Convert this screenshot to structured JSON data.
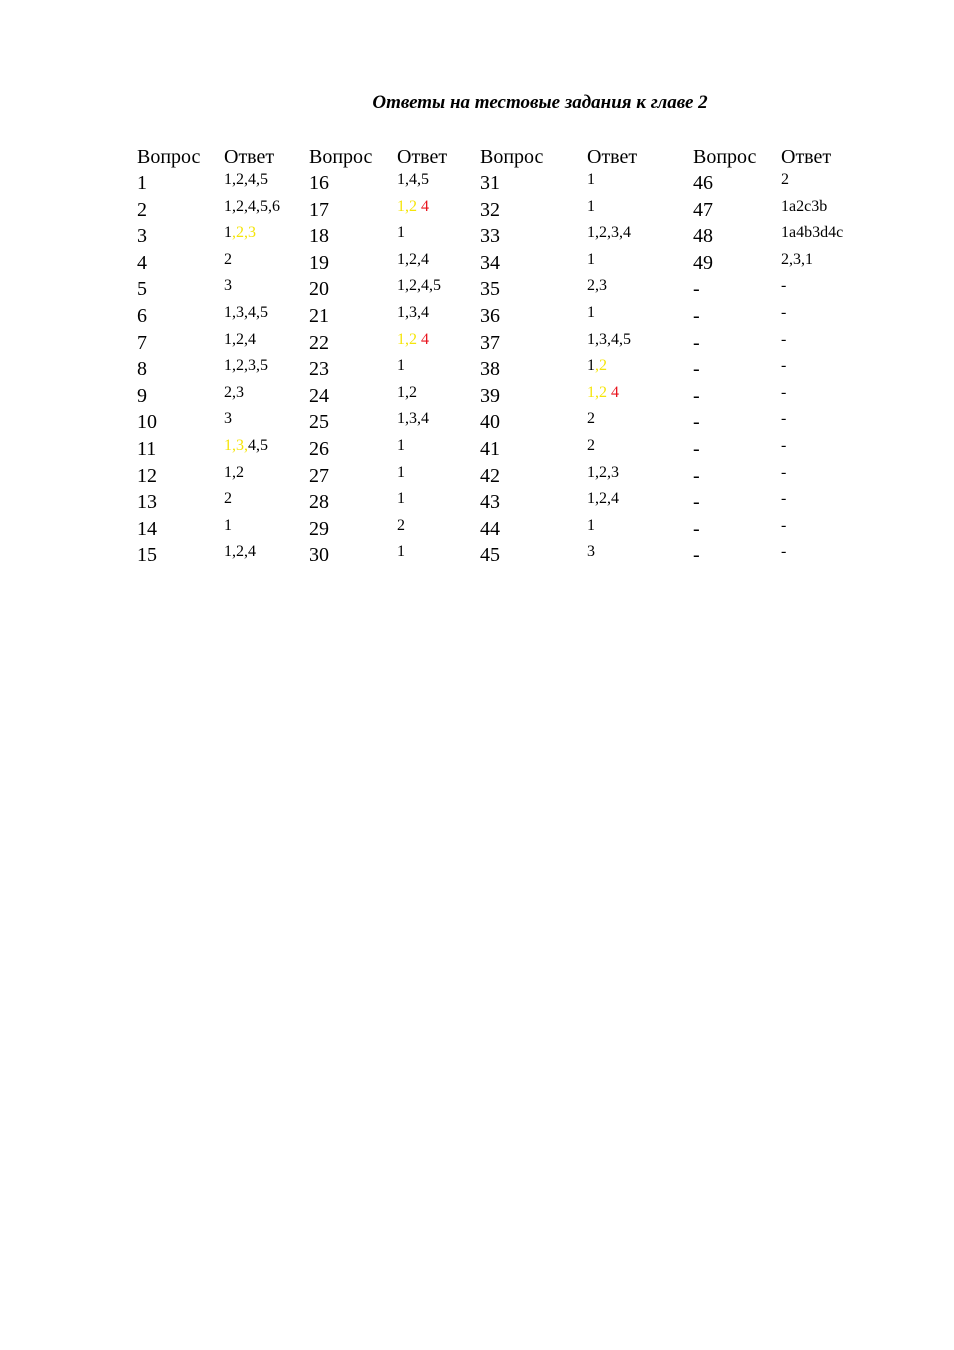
{
  "title": "Ответы на тестовые задания к главе 2",
  "colors": {
    "yellow": "#f5e50a",
    "red": "#e8141e"
  },
  "header_labels": {
    "question": "Вопрос",
    "answer": "Ответ"
  },
  "columns": [
    {
      "rows": [
        {
          "q": "1",
          "a": [
            {
              "t": "1,2,4,5"
            }
          ]
        },
        {
          "q": "2",
          "a": [
            {
              "t": "1,2,4,5,6"
            }
          ]
        },
        {
          "q": "3",
          "a": [
            {
              "t": "1"
            },
            {
              "t": ",2,3",
              "c": "yellow"
            }
          ]
        },
        {
          "q": "4",
          "a": [
            {
              "t": "2"
            }
          ]
        },
        {
          "q": "5",
          "a": [
            {
              "t": "3"
            }
          ]
        },
        {
          "q": "6",
          "a": [
            {
              "t": "1,3,4,5"
            }
          ]
        },
        {
          "q": "7",
          "a": [
            {
              "t": "1,2,4"
            }
          ]
        },
        {
          "q": "8",
          "a": [
            {
              "t": "1,2,3,5"
            }
          ]
        },
        {
          "q": "9",
          "a": [
            {
              "t": "2,3"
            }
          ]
        },
        {
          "q": "10",
          "a": [
            {
              "t": "3"
            }
          ]
        },
        {
          "q": "11",
          "a": [
            {
              "t": "1,3,",
              "c": "yellow"
            },
            {
              "t": "4,5"
            }
          ]
        },
        {
          "q": "12",
          "a": [
            {
              "t": "1,2"
            }
          ]
        },
        {
          "q": "13",
          "a": [
            {
              "t": "2"
            }
          ]
        },
        {
          "q": "14",
          "a": [
            {
              "t": "1"
            }
          ]
        },
        {
          "q": "15",
          "a": [
            {
              "t": "1,2,4"
            }
          ]
        }
      ]
    },
    {
      "rows": [
        {
          "q": "16",
          "a": [
            {
              "t": "1,4,5"
            }
          ]
        },
        {
          "q": "17",
          "a": [
            {
              "t": "1,2 ",
              "c": "yellow"
            },
            {
              "t": "4",
              "c": "red"
            }
          ]
        },
        {
          "q": "18",
          "a": [
            {
              "t": "1"
            }
          ]
        },
        {
          "q": "19",
          "a": [
            {
              "t": "1,2,4"
            }
          ]
        },
        {
          "q": "20",
          "a": [
            {
              "t": "1,2,4,5"
            }
          ]
        },
        {
          "q": "21",
          "a": [
            {
              "t": "1,3,4"
            }
          ]
        },
        {
          "q": "22",
          "a": [
            {
              "t": "1,2 ",
              "c": "yellow"
            },
            {
              "t": "4",
              "c": "red"
            }
          ]
        },
        {
          "q": "23",
          "a": [
            {
              "t": "1"
            }
          ]
        },
        {
          "q": "24",
          "a": [
            {
              "t": "1,2"
            }
          ]
        },
        {
          "q": "25",
          "a": [
            {
              "t": "1,3,4"
            }
          ]
        },
        {
          "q": "26",
          "a": [
            {
              "t": "1"
            }
          ]
        },
        {
          "q": "27",
          "a": [
            {
              "t": "1"
            }
          ]
        },
        {
          "q": "28",
          "a": [
            {
              "t": "1"
            }
          ]
        },
        {
          "q": "29",
          "a": [
            {
              "t": "2"
            }
          ]
        },
        {
          "q": "30",
          "a": [
            {
              "t": "1"
            }
          ]
        }
      ]
    },
    {
      "rows": [
        {
          "q": "31",
          "a": [
            {
              "t": "1"
            }
          ]
        },
        {
          "q": "32",
          "a": [
            {
              "t": "1"
            }
          ]
        },
        {
          "q": "33",
          "a": [
            {
              "t": "1,2,3,4"
            }
          ]
        },
        {
          "q": "34",
          "a": [
            {
              "t": "1"
            }
          ]
        },
        {
          "q": "35",
          "a": [
            {
              "t": "2,3"
            }
          ]
        },
        {
          "q": "36",
          "a": [
            {
              "t": "1"
            }
          ]
        },
        {
          "q": "37",
          "a": [
            {
              "t": "1,3,4,5"
            }
          ]
        },
        {
          "q": "38",
          "a": [
            {
              "t": "1"
            },
            {
              "t": ",2",
              "c": "yellow"
            }
          ]
        },
        {
          "q": "39",
          "a": [
            {
              "t": "1,2 ",
              "c": "yellow"
            },
            {
              "t": "4",
              "c": "red"
            }
          ]
        },
        {
          "q": "40",
          "a": [
            {
              "t": "2"
            }
          ]
        },
        {
          "q": "41",
          "a": [
            {
              "t": "2"
            }
          ]
        },
        {
          "q": "42",
          "a": [
            {
              "t": "1,2,3"
            }
          ]
        },
        {
          "q": "43",
          "a": [
            {
              "t": "1,2,4"
            }
          ]
        },
        {
          "q": "44",
          "a": [
            {
              "t": "1"
            }
          ]
        },
        {
          "q": "45",
          "a": [
            {
              "t": "3"
            }
          ]
        }
      ]
    },
    {
      "rows": [
        {
          "q": "46",
          "a": [
            {
              "t": "2"
            }
          ]
        },
        {
          "q": "47",
          "a": [
            {
              "t": "1a2c3b"
            }
          ]
        },
        {
          "q": "48",
          "a": [
            {
              "t": "1a4b3d4c"
            }
          ]
        },
        {
          "q": "49",
          "a": [
            {
              "t": "2,3,1"
            }
          ]
        },
        {
          "q": "-",
          "a": [
            {
              "t": "-"
            }
          ]
        },
        {
          "q": "-",
          "a": [
            {
              "t": "-"
            }
          ]
        },
        {
          "q": "-",
          "a": [
            {
              "t": "-"
            }
          ]
        },
        {
          "q": "-",
          "a": [
            {
              "t": "-"
            }
          ]
        },
        {
          "q": "-",
          "a": [
            {
              "t": "-"
            }
          ]
        },
        {
          "q": "-",
          "a": [
            {
              "t": "-"
            }
          ]
        },
        {
          "q": "-",
          "a": [
            {
              "t": "-"
            }
          ]
        },
        {
          "q": "-",
          "a": [
            {
              "t": "-"
            }
          ]
        },
        {
          "q": "-",
          "a": [
            {
              "t": "-"
            }
          ]
        },
        {
          "q": "-",
          "a": [
            {
              "t": "-"
            }
          ]
        },
        {
          "q": "-",
          "a": [
            {
              "t": "-"
            }
          ]
        }
      ]
    }
  ]
}
